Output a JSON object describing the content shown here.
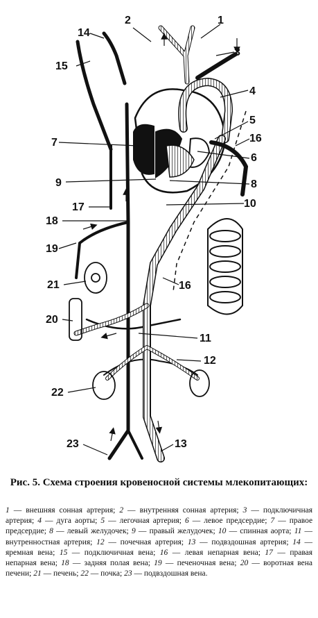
{
  "figure": {
    "labels": {
      "l1": "1",
      "l2": "2",
      "l3": "3",
      "l4": "4",
      "l5": "5",
      "l6": "6",
      "l7": "7",
      "l8": "8",
      "l9": "9",
      "l10": "10",
      "l11": "11",
      "l12": "12",
      "l13": "13",
      "l14": "14",
      "l15": "15",
      "l16a": "16",
      "l16b": "16",
      "l17": "17",
      "l18": "18",
      "l19": "19",
      "l20": "20",
      "l21": "21",
      "l22": "22",
      "l23": "23"
    }
  },
  "caption": "Рис. 5. Схема строения кровеносной системы млекопитающих:",
  "legend": [
    {
      "n": "1",
      "t": "внешняя сонная артерия;"
    },
    {
      "n": "2",
      "t": "внутренняя сонная артерия;"
    },
    {
      "n": "3",
      "t": "подключичная артерия;"
    },
    {
      "n": "4",
      "t": "дуга аорты;"
    },
    {
      "n": "5",
      "t": "легочная артерия;"
    },
    {
      "n": "6",
      "t": "левое предсердие;"
    },
    {
      "n": "7",
      "t": "правое предсердие;"
    },
    {
      "n": "8",
      "t": "левый желудочек;"
    },
    {
      "n": "9",
      "t": "правый желудочек;"
    },
    {
      "n": "10",
      "t": "спинная аорта;"
    },
    {
      "n": "11",
      "t": "внутренностная артерия;"
    },
    {
      "n": "12",
      "t": "почечная артерия;"
    },
    {
      "n": "13",
      "t": "подвздошная артерия;"
    },
    {
      "n": "14",
      "t": "яремная вена;"
    },
    {
      "n": "15",
      "t": "подключичная вена;"
    },
    {
      "n": "16",
      "t": "левая непарная вена;"
    },
    {
      "n": "17",
      "t": "правая непарная вена;"
    },
    {
      "n": "18",
      "t": "задняя полая вена;"
    },
    {
      "n": "19",
      "t": "печеночная вена;"
    },
    {
      "n": "20",
      "t": "воротная вена печени;"
    },
    {
      "n": "21",
      "t": "печень;"
    },
    {
      "n": "22",
      "t": "почка;"
    },
    {
      "n": "23",
      "t": "подвздошная вена."
    }
  ]
}
